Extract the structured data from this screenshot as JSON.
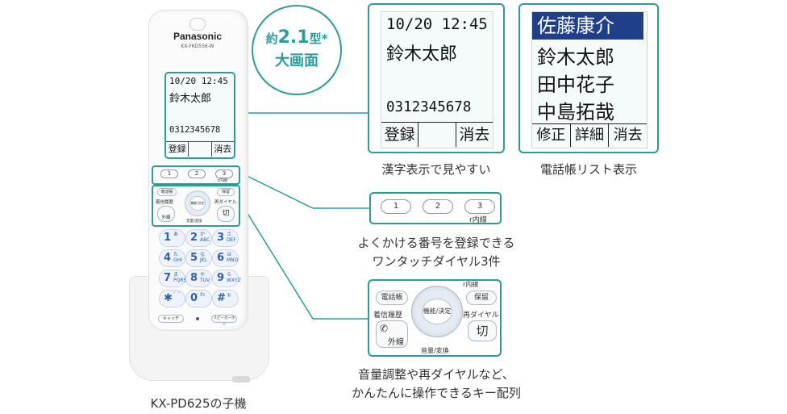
{
  "phone": {
    "brand": "Panasonic",
    "model_code": "KX-FKD556-W",
    "screen": {
      "datetime": "10/20 12:45",
      "name": "鈴木太郎",
      "number": "0312345678",
      "softkeys": [
        "登録",
        "",
        "消去"
      ]
    },
    "onetouch_keys": [
      "1",
      "2",
      "3"
    ],
    "onetouch_sub": "r内線",
    "function_keys": {
      "phonebook": "電話帳",
      "history": "着信履歴",
      "outside": "外線",
      "center": "機能/決定",
      "hold": "保留",
      "redial": "再ダイヤル",
      "off": "切",
      "volume": "音量/変換"
    },
    "number_keys": [
      {
        "n": "1",
        "k": "あ"
      },
      {
        "n": "2",
        "k": "か ABC"
      },
      {
        "n": "3",
        "k": "さ DEF"
      },
      {
        "n": "4",
        "k": "た GHI"
      },
      {
        "n": "5",
        "k": "な JKL"
      },
      {
        "n": "6",
        "k": "は MNO"
      },
      {
        "n": "7",
        "k": "ま PQRS"
      },
      {
        "n": "8",
        "k": "や TUV"
      },
      {
        "n": "9",
        "k": "ら WXYZ"
      },
      {
        "n": "✱",
        "k": "゛゜"
      },
      {
        "n": "0",
        "k": "わ"
      },
      {
        "n": "#",
        "k": "ぉ"
      }
    ],
    "bottom_keys": [
      "キャッチ",
      "スピーカーホン"
    ],
    "caption": "KX-PD625の子機"
  },
  "badge": {
    "line1_prefix": "約",
    "line1_value": "2.1",
    "line1_suffix": "型*",
    "line2": "大画面"
  },
  "zoom_kanji": {
    "datetime": "10/20 12:45",
    "name": "鈴木太郎",
    "number": "0312345678",
    "softkeys": [
      "登録",
      "",
      "消去"
    ],
    "caption": "漢字表示で見やすい"
  },
  "zoom_list": {
    "entries": [
      "佐藤康介",
      "鈴木太郎",
      "田中花子",
      "中島拓哉"
    ],
    "softkeys": [
      "修正",
      "詳細",
      "消去"
    ],
    "caption": "電話帳リスト表示"
  },
  "zoom_onetouch": {
    "keys": [
      "1",
      "2",
      "3"
    ],
    "sub": "r内線",
    "caption_line1": "よくかける番号を登録できる",
    "caption_line2": "ワンタッチダイヤル3件"
  },
  "zoom_function": {
    "top_label": "r内線",
    "phonebook": "電話帳",
    "history": "着信履歴",
    "outside": "外線",
    "center": "機能/決定",
    "hold": "保留",
    "redial": "再ダイヤル",
    "off": "切",
    "volume": "音量/変換",
    "caption_line1": "音量調整や再ダイヤルなど、",
    "caption_line2": "かんたんに操作できるキー配列"
  },
  "colors": {
    "accent": "#2a9d9a",
    "keyblue": "#3160b0",
    "highlight": "#1f3f8a"
  }
}
